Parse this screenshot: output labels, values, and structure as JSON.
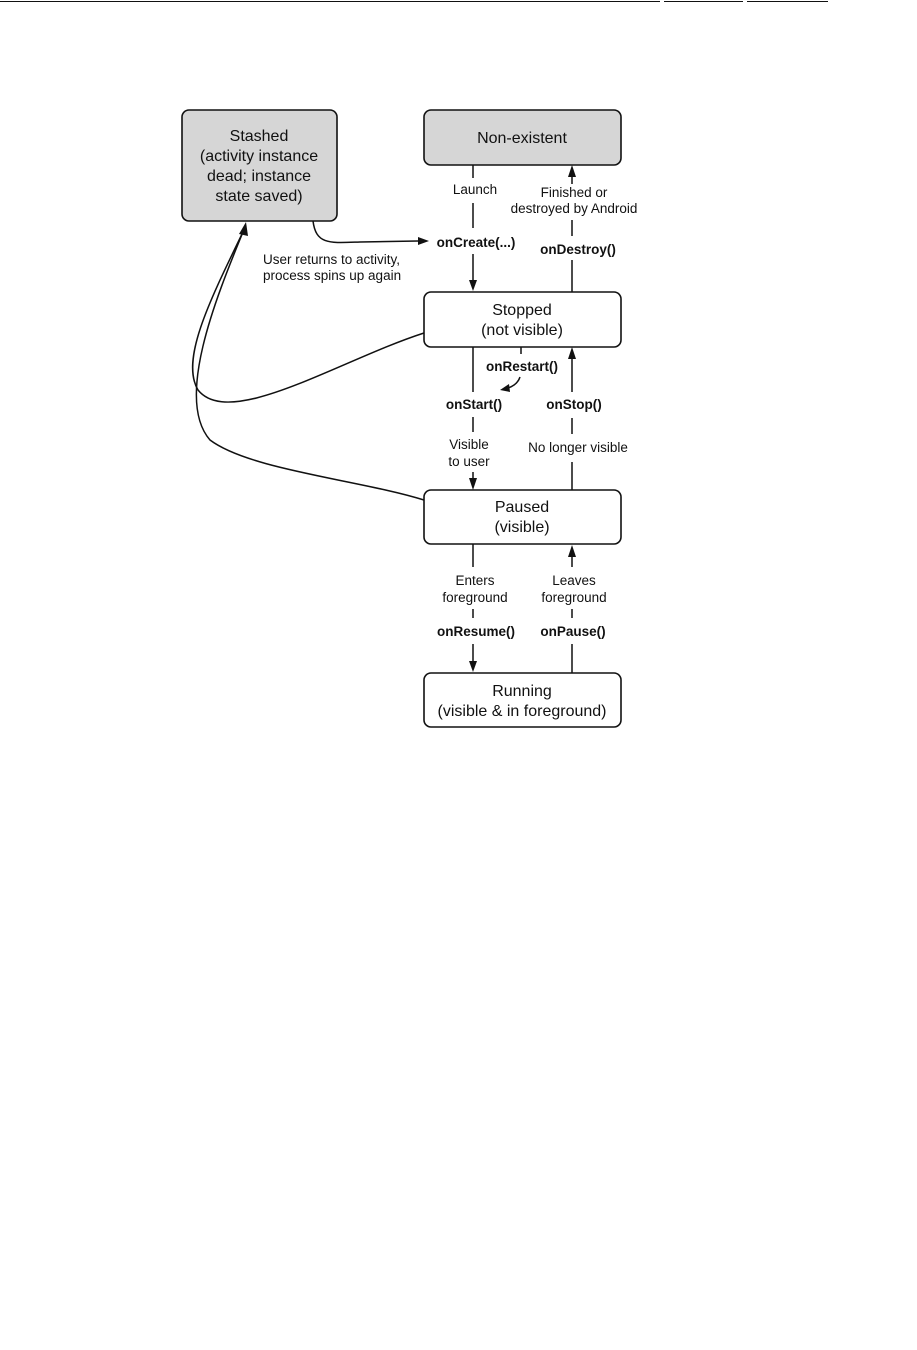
{
  "states": {
    "stashed": [
      "Stashed",
      "(activity instance",
      "dead; instance",
      "state saved)"
    ],
    "nonexistent": [
      "Non-existent"
    ],
    "stopped": [
      "Stopped",
      "(not visible)"
    ],
    "paused": [
      "Paused",
      "(visible)"
    ],
    "running": [
      "Running",
      "(visible & in foreground)"
    ]
  },
  "labels": {
    "launch": "Launch",
    "finished_line1": "Finished or",
    "finished_line2": "destroyed by Android",
    "user_returns_line1": "User returns to activity,",
    "user_returns_line2": "process spins up again",
    "visible_line1": "Visible",
    "visible_line2": "to user",
    "no_longer_visible": "No longer visible",
    "enters_line1": "Enters",
    "enters_line2": "foreground",
    "leaves_line1": "Leaves",
    "leaves_line2": "foreground"
  },
  "methods": {
    "on_create": "onCreate(...)",
    "on_destroy": "onDestroy()",
    "on_restart": "onRestart()",
    "on_start": "onStart()",
    "on_stop": "onStop()",
    "on_resume": "onResume()",
    "on_pause": "onPause()"
  },
  "colors": {
    "dead_state_fill": "#d6d6d6",
    "live_state_fill": "#ffffff",
    "stroke": "#111111"
  }
}
